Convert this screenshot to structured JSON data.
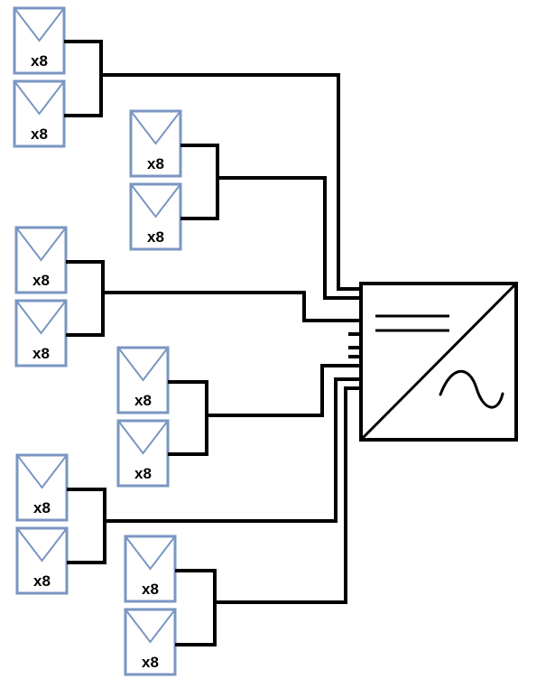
{
  "panel_groups": [
    {
      "panels": [
        {
          "count_label": "x8"
        },
        {
          "count_label": "x8"
        }
      ]
    },
    {
      "panels": [
        {
          "count_label": "x8"
        },
        {
          "count_label": "x8"
        }
      ]
    },
    {
      "panels": [
        {
          "count_label": "x8"
        },
        {
          "count_label": "x8"
        }
      ]
    },
    {
      "panels": [
        {
          "count_label": "x8"
        },
        {
          "count_label": "x8"
        }
      ]
    },
    {
      "panels": [
        {
          "count_label": "x8"
        },
        {
          "count_label": "x8"
        }
      ]
    },
    {
      "panels": [
        {
          "count_label": "x8"
        },
        {
          "count_label": "x8"
        }
      ]
    }
  ],
  "inverter": {
    "dc_symbol": "dc-lines-icon",
    "ac_symbol": "sine-wave-icon"
  },
  "colors": {
    "panel_stroke": "#7a96c2",
    "wire": "#000000",
    "background": "#ffffff"
  }
}
